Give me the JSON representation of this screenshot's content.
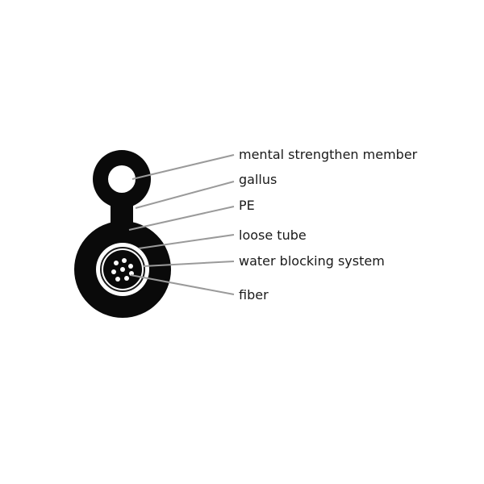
{
  "labels": {
    "strength_member": "mental strengthen member",
    "gallus": "gallus",
    "pe": "PE",
    "loose_tube": "loose tube",
    "water_blocking": "water blocking system",
    "fiber": "fiber"
  },
  "colors": {
    "jacket": "#0a0a0a",
    "leader_line": "#9a9a9a",
    "inner_fill": "#ffffff",
    "text": "#1a1a1a"
  }
}
